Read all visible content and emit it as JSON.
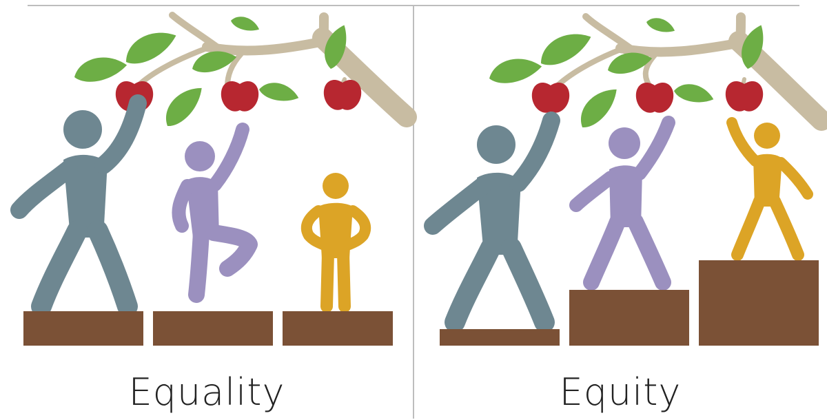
{
  "panels": [
    {
      "id": "equality",
      "caption": "Equality"
    },
    {
      "id": "equity",
      "caption": "Equity"
    }
  ],
  "colors": {
    "branch": "#C8BCA2",
    "leaf": "#6DAE45",
    "apple": "#B72730",
    "box": "#7B5136",
    "tall_person": "#6E8791",
    "middle_person": "#9B90BF",
    "short_person": "#DCA426",
    "divider": "#BDBDBD"
  }
}
